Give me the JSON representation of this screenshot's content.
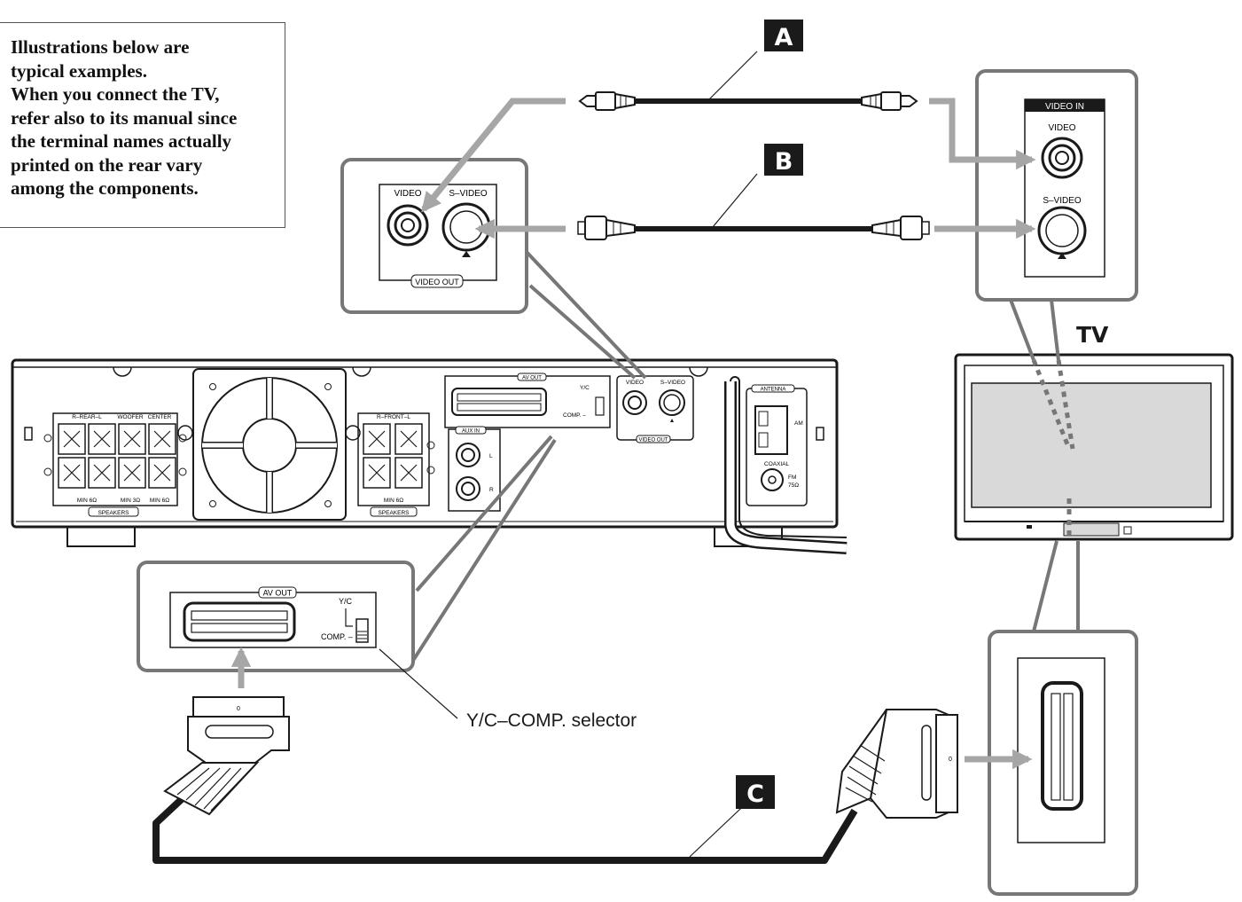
{
  "note": {
    "lines": [
      "Illustrations below are",
      "typical examples.",
      "When you connect the TV,",
      "refer also to its manual since",
      "the terminal names actually",
      "printed on the rear vary",
      "among the components."
    ]
  },
  "cable_labels": {
    "a": "A",
    "b": "B",
    "c": "C"
  },
  "tv": {
    "label": "TV",
    "video_in_header": "VIDEO IN",
    "video_label": "VIDEO",
    "s_video_label": "S–VIDEO"
  },
  "video_out_zoom": {
    "video_label": "VIDEO",
    "s_video_label": "S–VIDEO",
    "group_label": "VIDEO OUT"
  },
  "av_out_zoom": {
    "label": "AV OUT",
    "yc_label": "Y/C",
    "comp_label": "COMP. –",
    "selector_callout": "Y/C–COMP. selector"
  },
  "unit": {
    "speakers_rear": {
      "header_left": "R–REAR–L",
      "header_woofer": "WOOFER",
      "header_center": "CENTER",
      "min_rear": "MIN 6Ω",
      "min_woofer": "MIN 3Ω",
      "min_center": "MIN 6Ω",
      "footer": "SPEAKERS"
    },
    "speakers_front": {
      "header": "R–FRONT–L",
      "min": "MIN 6Ω",
      "footer": "SPEAKERS"
    },
    "av_out": "AV OUT",
    "yc": "Y/C",
    "comp": "COMP. –",
    "aux_in": "AUX IN",
    "aux_l": "L",
    "aux_r": "R",
    "video": "VIDEO",
    "s_video": "S–VIDEO",
    "video_out": "VIDEO OUT",
    "antenna": "ANTENNA",
    "am": "AM",
    "coaxial": "COAXIAL",
    "fm": "FM",
    "fm_ohm": "75Ω"
  },
  "colors": {
    "line": "#1a1a1a",
    "arrow": "#a6a6a6",
    "frame": "#777777",
    "screen": "#d9d9d9"
  }
}
